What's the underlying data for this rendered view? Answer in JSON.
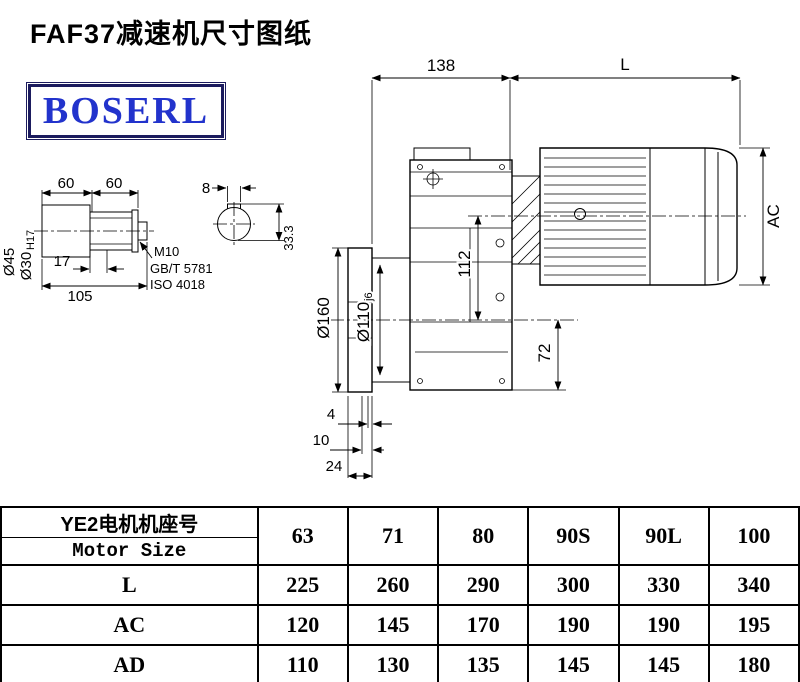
{
  "page": {
    "title": "FAF37减速机尺寸图纸",
    "logo": "BOSERL"
  },
  "drawing": {
    "dims": {
      "d138": "138",
      "dL": "L",
      "dAC": "AC",
      "d112": "112",
      "d72": "72",
      "flange_od": "Ø160",
      "spigot": "Ø110",
      "spigot_tol": "j6",
      "d4": "4",
      "d10": "10",
      "d24": "24"
    },
    "shaft": {
      "seg1": "60",
      "seg2": "60",
      "dia_large": "Ø45",
      "dia_small": "Ø30",
      "dia_small_tol": "H17",
      "step": "17",
      "total": "105",
      "thread": "M10",
      "std1": "GB/T 5781",
      "std2": "ISO 4018"
    },
    "key": {
      "width": "8",
      "height": "33.3"
    }
  },
  "table": {
    "header": {
      "line1": "YE2电机机座号",
      "line2": "Motor Size"
    },
    "sizes": [
      "63",
      "71",
      "80",
      "90S",
      "90L",
      "100"
    ],
    "rows": [
      {
        "label": "L",
        "values": [
          "225",
          "260",
          "290",
          "300",
          "330",
          "340"
        ]
      },
      {
        "label": "AC",
        "values": [
          "120",
          "145",
          "170",
          "190",
          "190",
          "195"
        ]
      },
      {
        "label": "AD",
        "values": [
          "110",
          "130",
          "135",
          "145",
          "145",
          "180"
        ]
      }
    ]
  }
}
